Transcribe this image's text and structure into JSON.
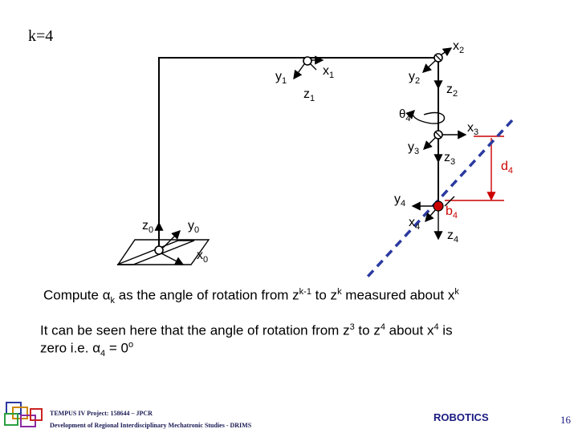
{
  "slide_title": "k=4",
  "frames": {
    "frame0": {
      "z": "z",
      "z_sub": "0",
      "y": "y",
      "y_sub": "0",
      "x": "x",
      "x_sub": "0"
    },
    "frame1": {
      "y": "y",
      "y_sub": "1",
      "x": "x",
      "x_sub": "1",
      "z": "z",
      "z_sub": "1"
    },
    "frame2": {
      "x": "x",
      "x_sub": "2",
      "y": "y",
      "y_sub": "2",
      "z": "z",
      "z_sub": "2"
    },
    "theta": {
      "symbol": "θ",
      "sub": "4"
    },
    "frame3": {
      "x": "x",
      "x_sub": "3",
      "y": "y",
      "y_sub": "3",
      "z": "z",
      "z_sub": "3"
    },
    "d": {
      "symbol": "d",
      "sub": "4"
    },
    "frame4": {
      "y": "y",
      "y_sub": "4",
      "b": "b",
      "b_sub": "4",
      "x": "x",
      "x_sub": "4",
      "z": "z",
      "z_sub": "4"
    }
  },
  "text1": {
    "part1": "Compute ",
    "alpha": "α",
    "alpha_sub": "k",
    "part2": " as the angle of rotation from z",
    "sup1": "k-1",
    "part3": " to z",
    "sup2": "k",
    "part4": " measured about x",
    "sup3": "k"
  },
  "text2": {
    "line1a": "It can be seen here that the angle of rotation from z",
    "sup1": "3",
    "line1b": " to z",
    "sup2": "4",
    "line1c": " about x",
    "sup3": "4",
    "line1d": " is",
    "line2a": "zero  i.e. ",
    "alpha": "α",
    "alpha_sub": "4",
    "line2b": " = 0",
    "degree": "o"
  },
  "footer": {
    "project": "TEMPUS IV Project: 158644 – JPCR",
    "subtitle": "Development of Regional Interdisciplinary Mechatronic Studies - DRIMS",
    "course": "ROBOTICS",
    "page_number": "16"
  },
  "colors": {
    "red": "#cc0000",
    "blue_dashed": "#2a3aa0",
    "footer_text": "#1a1a80"
  }
}
